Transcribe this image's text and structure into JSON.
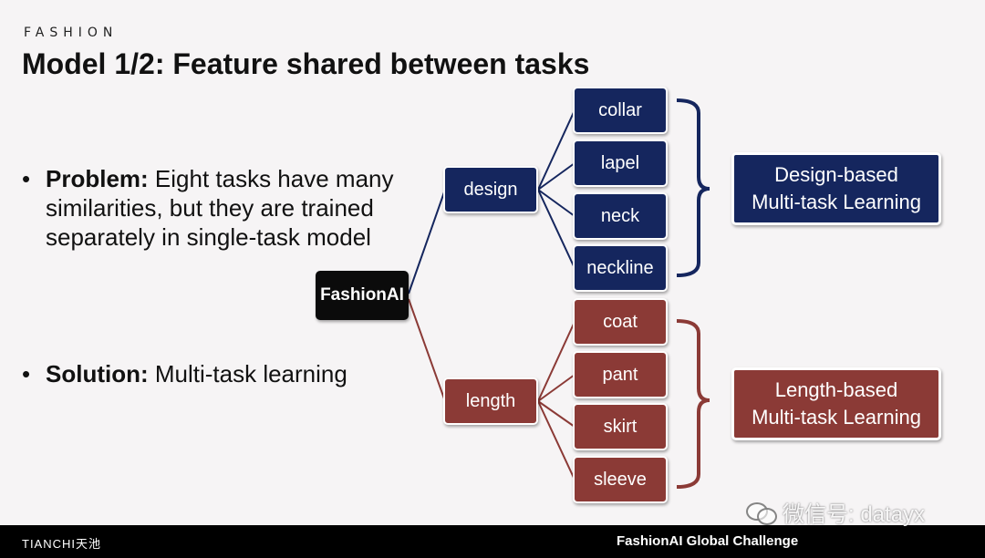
{
  "brand": "FASHION",
  "title": "Model 1/2: Feature shared between tasks",
  "bullets": {
    "problem_label": "Problem:",
    "problem_text": " Eight tasks have many similarities, but they are trained separately in single-task model",
    "solution_label": "Solution:",
    "solution_text": " Multi-task learning"
  },
  "diagram": {
    "root": "FashionAI",
    "design": {
      "label": "design",
      "color": "#15265e",
      "leaves": [
        "collar",
        "lapel",
        "neck",
        "neckline"
      ],
      "group": [
        "Design-based",
        "Multi-task Learning"
      ]
    },
    "length": {
      "label": "length",
      "color": "#8b3a36",
      "leaves": [
        "coat",
        "pant",
        "skirt",
        "sleeve"
      ],
      "group": [
        "Length-based",
        "Multi-task Learning"
      ]
    }
  },
  "footer": {
    "left": "TIANCHI天池",
    "center": "FashionAI Global Challenge"
  },
  "watermark": "微信号: datayx"
}
